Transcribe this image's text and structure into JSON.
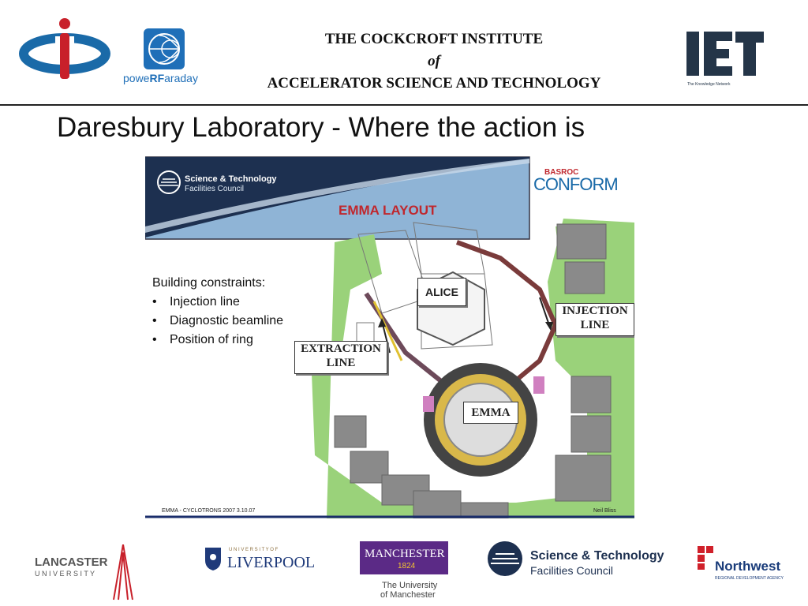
{
  "header": {
    "line1": "THE COCKCROFT INSTITUTE",
    "line2": "of",
    "line3": "ACCELERATOR SCIENCE AND TECHNOLOGY",
    "left_logo_2_text": {
      "a": "powe",
      "b": "RF",
      "c": "araday"
    },
    "iet_logo_sub": "The Knowledge Network"
  },
  "slide": {
    "title": "Daresbury Laboratory - Where the action is"
  },
  "figure": {
    "stfc_banner_line1": "Science & Technology",
    "stfc_banner_line2": "Facilities Council",
    "layout_title": "EMMA LAYOUT",
    "basroc_top": "BASROC",
    "basroc_bottom": "CONFORM",
    "constraints_heading": "Building constraints:",
    "constraints": [
      "Injection line",
      "Diagnostic beamline",
      "Position of ring"
    ],
    "alice_label": "ALICE",
    "injection_label_1": "INJECTION",
    "injection_label_2": "LINE",
    "extraction_label_1": "EXTRACTION",
    "extraction_label_2": "LINE",
    "emma_label": "EMMA",
    "footer_left": "EMMA  -  CYCLOTRONS 2007  3.10.07",
    "footer_right": "Neil Bliss"
  },
  "footer_logos": {
    "lancaster_1": "LANCASTER",
    "lancaster_2": "U N I V E R S I T Y",
    "liverpool_top": "U N I V E R S I T Y   O F",
    "liverpool": "LIVERPOOL",
    "manchester": "MANCHESTER",
    "manchester_year": "1824",
    "manchester_sub1": "The University",
    "manchester_sub2": "of Manchester",
    "stfc1": "Science & Technology",
    "stfc2": "Facilities Council",
    "northwest": "Northwest",
    "northwest_sub": "REGIONAL DEVELOPMENT AGENCY"
  },
  "colors": {
    "ci_blue": "#1a6aa8",
    "ci_red": "#c8202a",
    "iet_navy": "#243548",
    "emma_red": "#c0272d",
    "green": "#9ad27a",
    "grey": "#8a8a8a"
  }
}
